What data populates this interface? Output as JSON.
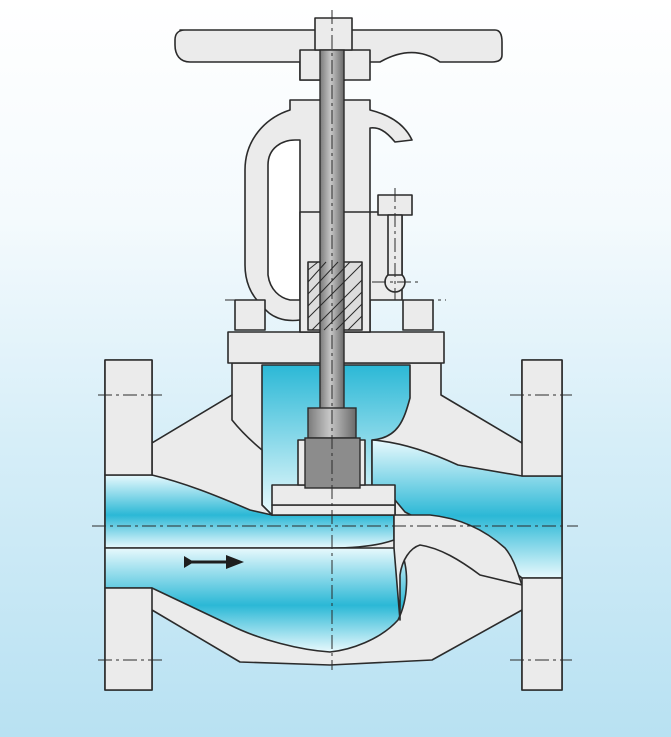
{
  "diagram": {
    "subject": "globe-valve-cross-section",
    "flow_direction": "left-to-right",
    "colors": {
      "background_top": "#ffffff",
      "background_bottom": "#b8e1f2",
      "body_fill": "#ebebeb",
      "outline": "#2b2b2b",
      "fluid_light": "#e6f8fc",
      "fluid_dark": "#2bb8d6",
      "stem": "#a9a9a9",
      "stem_dark": "#6f6f6f"
    },
    "parts": [
      "handwheel",
      "stem",
      "yoke",
      "bonnet",
      "gland-bolt",
      "packing",
      "disc",
      "seat",
      "body",
      "inlet-flange",
      "outlet-flange",
      "flow-arrow"
    ]
  }
}
